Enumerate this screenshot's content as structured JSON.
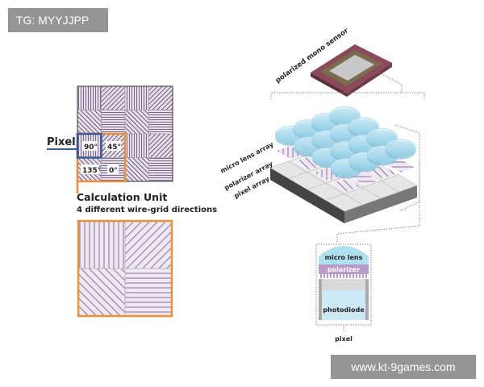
{
  "left": {
    "pixel_label": "Pixel",
    "angles": [
      "90°",
      "45°",
      "135°",
      "0°"
    ],
    "calc_title": "Calculation Unit",
    "calc_subtitle": "4 different wire-grid directions"
  },
  "right": {
    "sensor_label": "polarized mono sensor",
    "layer_labels": [
      "micro lens array",
      "polarizer array",
      "pixel array"
    ],
    "cross_section": {
      "lens": "micro lens",
      "polarizer": "polarizer",
      "photodiode": "photodiode",
      "caption": "pixel"
    }
  },
  "watermarks": {
    "top_left": "TG: MYYJJPP",
    "bottom_right": "www.kt-9games.com"
  },
  "colors": {
    "grid_line": "#6b5a7a",
    "pixel_box": "#3b5a9a",
    "calc_box": "#e8913a",
    "lens": "#a9dcef",
    "polarizer": "#b99cc8",
    "chip": "#8a4a5a"
  }
}
